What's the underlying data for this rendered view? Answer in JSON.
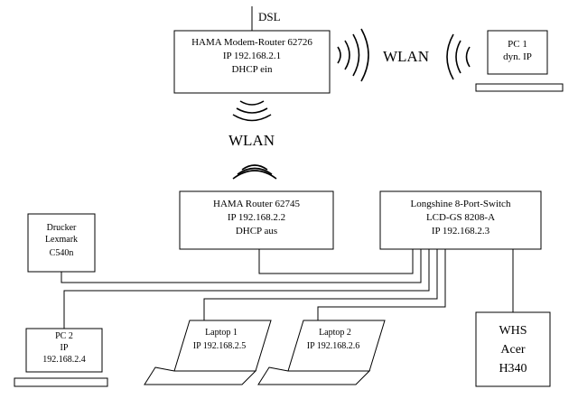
{
  "dsl_label": "DSL",
  "wlan_label_top": "WLAN",
  "wlan_label_middle": "WLAN",
  "modem_router": {
    "lines": [
      "HAMA Modem-Router 62726",
      "IP 192.168.2.1",
      "DHCP ein"
    ]
  },
  "pc1": {
    "lines": [
      "PC 1",
      "dyn. IP"
    ]
  },
  "router": {
    "lines": [
      "HAMA Router 62745",
      "IP 192.168.2.2",
      "DHCP aus"
    ]
  },
  "switch": {
    "lines": [
      "Longshine 8-Port-Switch",
      "LCD-GS 8208-A",
      "IP 192.168.2.3"
    ]
  },
  "printer": {
    "lines": [
      "Drucker",
      "Lexmark",
      "C540n"
    ]
  },
  "pc2": {
    "lines": [
      "PC 2",
      "IP",
      "192.168.2.4"
    ]
  },
  "laptop1": {
    "lines": [
      "Laptop 1",
      "IP 192.168.2.5"
    ]
  },
  "laptop2": {
    "lines": [
      "Laptop 2",
      "IP 192.168.2.6"
    ]
  },
  "whs": {
    "lines": [
      "WHS",
      "Acer",
      "H340"
    ]
  }
}
